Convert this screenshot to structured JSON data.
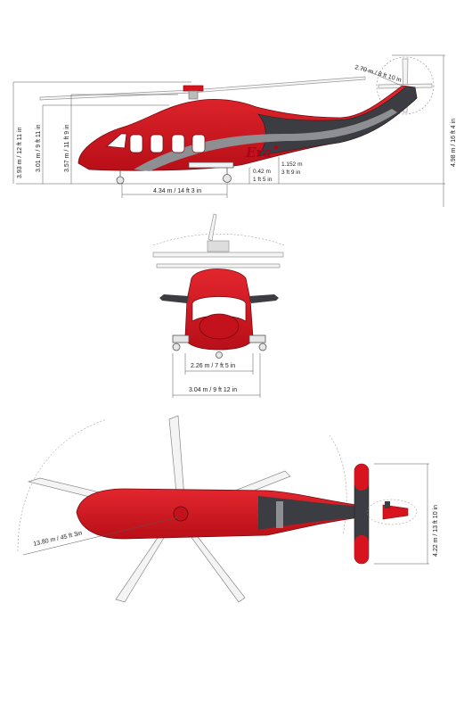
{
  "side_view": {
    "brand_mark": "Era",
    "dims": {
      "rotor_tail": "2.70 m / 8 ft 10 in",
      "overall_height": "3.93 m / 12 ft 11 in",
      "fuselage_height": "3.01 m / 9 ft 11 in",
      "mast_height": "3.57 m / 11 ft 9 in",
      "tail_height": "4.98 m / 16 ft 4 in",
      "wheelbase": "4.34 m / 14 ft 3 in",
      "ground_clearance_a": "0.42 m",
      "ground_clearance_b": "1 ft 5 in",
      "step_height_a": "1.152 m",
      "step_height_b": "3 ft 9 in"
    }
  },
  "front_view": {
    "dims": {
      "track_inner": "2.26 m / 7 ft 5 in",
      "track_outer": "3.04 m / 9 ft 12 in"
    }
  },
  "top_view": {
    "dims": {
      "rotor_diameter": "13.80 m / 45 ft 3in",
      "stabilizer_span": "4.22 m / 13 ft 10 in"
    }
  },
  "colors": {
    "red": "#d7141e",
    "dark_red": "#9e0c12",
    "charcoal": "#3b3d42",
    "grey": "#8d8f93",
    "line": "#444444"
  }
}
